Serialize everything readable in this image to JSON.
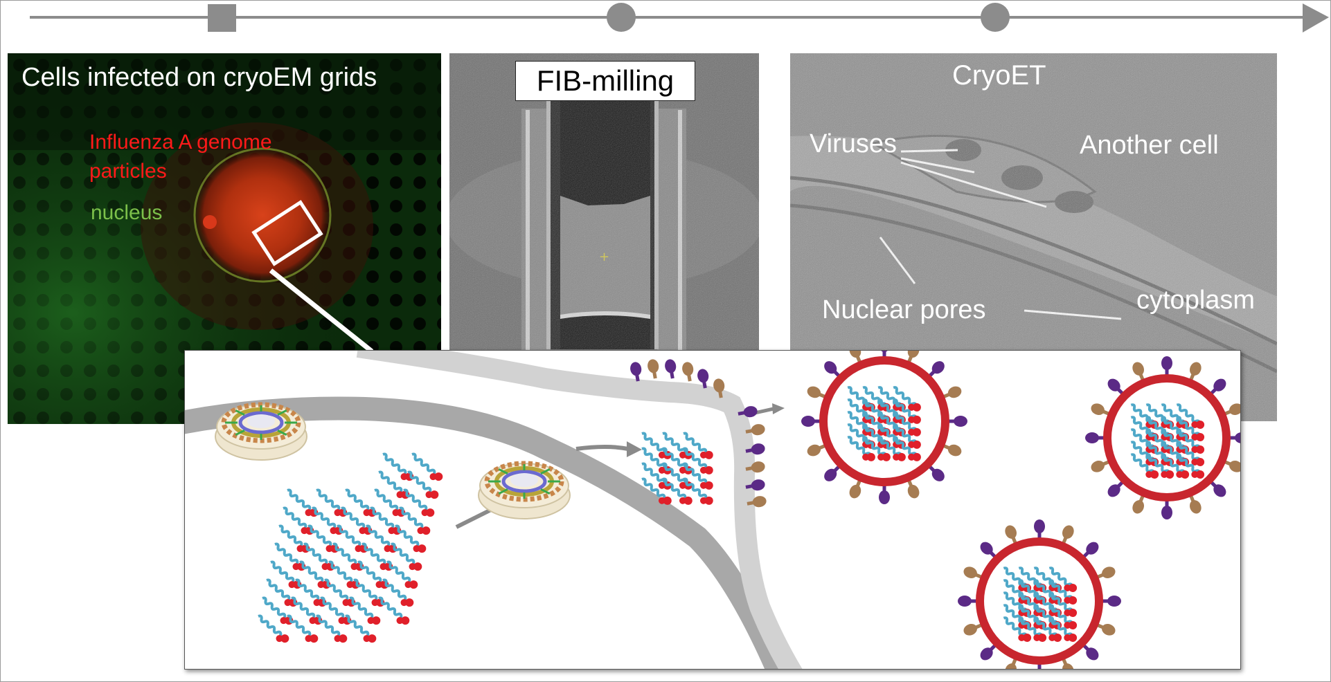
{
  "timeline": {
    "markers": [
      "square",
      "circle",
      "circle"
    ],
    "line_color": "#8c8c8c"
  },
  "panels": {
    "fluorescence": {
      "title": "Cells infected on cryoEM grids",
      "label_genome_line1": "Influenza A genome",
      "label_genome_line2": "particles",
      "label_nucleus": "nucleus",
      "colors": {
        "genome": "#ff1a1a",
        "nucleus": "#7cc04a",
        "background": "#041204"
      }
    },
    "fib": {
      "title": "FIB-milling"
    },
    "cryoet": {
      "title": "CryoET",
      "label_viruses": "Viruses",
      "label_another_cell": "Another cell",
      "label_nuclear_pores": "Nuclear pores",
      "label_cytoplasm": "cytoplasm"
    }
  },
  "inset": {
    "colors": {
      "membrane_dark": "#a8a8a8",
      "membrane_light": "#d2d2d2",
      "viral_envelope": "#c8262e",
      "spike_purple": "#5b2a86",
      "spike_brown": "#a67c52",
      "rnp_helix": "#4fa8c8",
      "rnp_cap": "#e0202a",
      "arrow": "#8a8a8a"
    }
  }
}
